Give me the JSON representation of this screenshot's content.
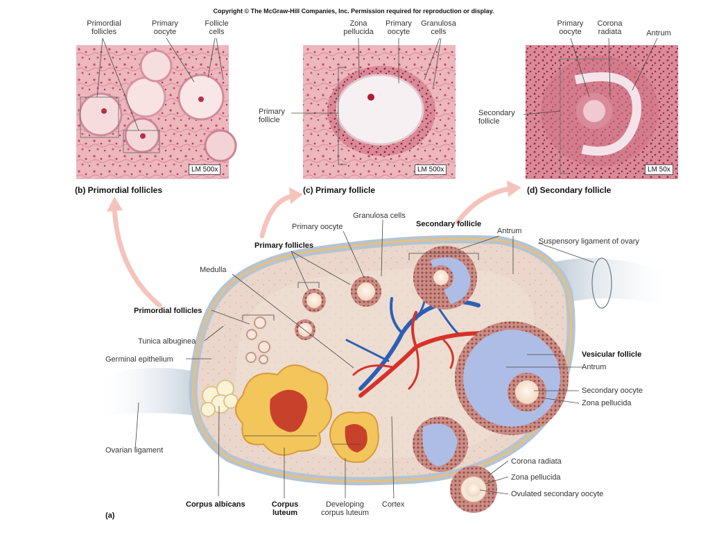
{
  "copyright": "Copyright © The McGraw-Hill Companies, Inc. Permission required for reproduction or display.",
  "panel_b": {
    "caption": "(b) Primordial follicles",
    "magnification": "LM 500x",
    "labels": {
      "primordial_follicles": "Primordial\nfollicles",
      "primary_oocyte": "Primary\noocyte",
      "follicle_cells": "Follicle\ncells"
    }
  },
  "panel_c": {
    "caption": "(c) Primary follicle",
    "magnification": "LM 500x",
    "labels": {
      "zona_pellucida": "Zona\npellucida",
      "primary_oocyte": "Primary\noocyte",
      "granulosa_cells": "Granulosa\ncells",
      "primary_follicle": "Primary\nfollicle"
    }
  },
  "panel_d": {
    "caption": "(d) Secondary follicle",
    "magnification": "LM 50x",
    "labels": {
      "primary_oocyte": "Primary\noocyte",
      "corona_radiata": "Corona\nradiata",
      "antrum": "Antrum",
      "secondary_follicle": "Secondary\nfollicle"
    }
  },
  "panel_a": {
    "letter": "(a)",
    "labels": {
      "granulosa_cells": "Granulosa cells",
      "primary_oocyte": "Primary oocyte",
      "secondary_follicle": "Secondary follicle",
      "antrum_top": "Antrum",
      "suspensory_ligament": "Suspensory ligament of ovary",
      "primary_follicles": "Primary follicles",
      "medulla": "Medulla",
      "primordial_follicles": "Primordial follicles",
      "tunica_albuginea": "Tunica albuginea",
      "germinal_epithelium": "Germinal epithelium",
      "vesicular_follicle": "Vesicular follicle",
      "antrum_right": "Antrum",
      "secondary_oocyte": "Secondary oocyte",
      "zona_pellucida_right": "Zona pellucida",
      "ovarian_ligament": "Ovarian ligament",
      "corona_radiata": "Corona radiata",
      "zona_pellucida_bottom": "Zona pellucida",
      "ovulated_secondary_oocyte": "Ovulated secondary oocyte",
      "corpus_albicans": "Corpus albicans",
      "corpus_luteum": "Corpus\nluteum",
      "developing_corpus_luteum": "Developing\ncorpus luteum",
      "cortex": "Cortex"
    }
  },
  "colors": {
    "tissue_pink": "#e7a9b0",
    "stain_dark": "#b2304a",
    "ovary_fill": "#e9d8cc",
    "ovary_edge": "#a7b7c6",
    "artery": "#d6322a",
    "vein": "#2d5fb5",
    "corpus_yellow": "#f2c65a",
    "corpus_red": "#c8412a",
    "antrum_blue": "#aebde6",
    "arrow_pink": "#f4c9c2"
  }
}
